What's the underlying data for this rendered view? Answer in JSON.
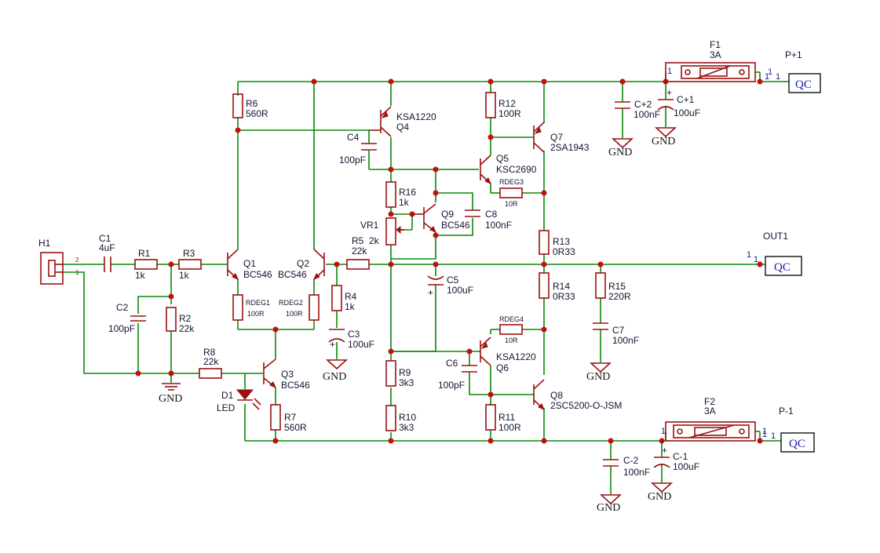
{
  "schematic": {
    "header": {
      "ref": "H1",
      "pin2": "2",
      "pin1": "1"
    },
    "c1": {
      "ref": "C1",
      "value": "4uF"
    },
    "r1": {
      "ref": "R1",
      "value": "1k"
    },
    "r3": {
      "ref": "R3",
      "value": "1k"
    },
    "c2": {
      "ref": "C2",
      "value": "100pF"
    },
    "r2": {
      "ref": "R2",
      "value": "22k"
    },
    "q1": {
      "ref": "Q1",
      "value": "BC546"
    },
    "q2": {
      "ref": "Q2",
      "value": "BC546"
    },
    "r6": {
      "ref": "R6",
      "value": "560R"
    },
    "rdeg1": {
      "ref": "RDEG1",
      "value": "100R"
    },
    "rdeg2": {
      "ref": "RDEG2",
      "value": "100R"
    },
    "r8": {
      "ref": "R8",
      "value": "22k"
    },
    "q3": {
      "ref": "Q3",
      "value": "BC546"
    },
    "d1": {
      "ref": "D1",
      "value": "LED"
    },
    "r7": {
      "ref": "R7",
      "value": "560R"
    },
    "r4": {
      "ref": "R4",
      "value": "1k"
    },
    "c3": {
      "ref": "C3",
      "value": "100uF"
    },
    "q4": {
      "ref": "Q4",
      "value": "KSA1220"
    },
    "c4": {
      "ref": "C4",
      "value": "100pF"
    },
    "r5": {
      "ref": "R5",
      "value": "22k"
    },
    "vr1": {
      "ref": "VR1",
      "value": "2k"
    },
    "r16": {
      "ref": "R16",
      "value": "1k"
    },
    "q9": {
      "ref": "Q9",
      "value": "BC546"
    },
    "c8": {
      "ref": "C8",
      "value": "100nF"
    },
    "c5": {
      "ref": "C5",
      "value": "100uF"
    },
    "r9": {
      "ref": "R9",
      "value": "3k3"
    },
    "r10": {
      "ref": "R10",
      "value": "3k3"
    },
    "r12": {
      "ref": "R12",
      "value": "100R"
    },
    "q5": {
      "ref": "Q5",
      "value": "KSC2690"
    },
    "rdeg3": {
      "ref": "RDEG3",
      "value": "10R"
    },
    "q7": {
      "ref": "Q7",
      "value": "2SA1943"
    },
    "r13": {
      "ref": "R13",
      "value": "0R33"
    },
    "r14": {
      "ref": "R14",
      "value": "0R33"
    },
    "r15": {
      "ref": "R15",
      "value": "220R"
    },
    "c7": {
      "ref": "C7",
      "value": "100nF"
    },
    "rdeg4": {
      "ref": "RDEG4",
      "value": "10R"
    },
    "c6": {
      "ref": "C6",
      "value": "100pF"
    },
    "q6": {
      "ref": "Q6",
      "value": "KSA1220"
    },
    "r11": {
      "ref": "R11",
      "value": "100R"
    },
    "q8": {
      "ref": "Q8",
      "value": "2SC5200-O-JSM"
    },
    "cp2": {
      "ref": "C+2",
      "value": "100nF"
    },
    "cp1": {
      "ref": "C+1",
      "value": "100uF"
    },
    "cm2": {
      "ref": "C-2",
      "value": "100nF"
    },
    "cm1": {
      "ref": "C-1",
      "value": "100uF"
    },
    "f1": {
      "ref": "F1",
      "value": "3A",
      "pin1": "1",
      "pin2": "1"
    },
    "f2": {
      "ref": "F2",
      "value": "3A",
      "pin1": "1",
      "pin2": "1"
    },
    "p1": {
      "ref": "P+1",
      "pin": "1",
      "pinb": "1",
      "label": "QC"
    },
    "pm1": {
      "ref": "P-1",
      "pin": "1",
      "pinb": "1",
      "label": "QC"
    },
    "out1": {
      "ref": "OUT1",
      "pin": "1",
      "pinb": "1",
      "label": "QC"
    },
    "gnd": "GND",
    "plus": "+"
  },
  "colors": {
    "wire": "#0a8a0a",
    "part": "#9b1111",
    "junction": "#c21010",
    "label": "#141432",
    "connector": "#1a1ab0"
  }
}
